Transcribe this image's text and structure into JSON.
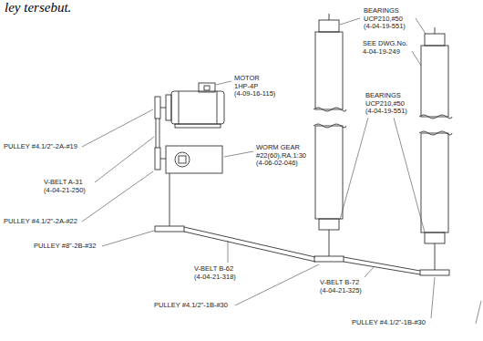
{
  "diagram": {
    "labels": [
      "ley tersebut.",
      "BEARINGS UCP210,#50 (4-04-19-551)",
      "SEE DWG.No. 4-04-19-249",
      "BEARINGS UCP210,#50 (4-04-19-551)",
      "MOTOR 1HP-4P (4-09-16-115)",
      "PULLEY #4.1/2\"-2A-#19",
      "V-BELT A-31 (4-04-21-250)",
      "WORM GEAR #22(60),RA.1:30 (4-06-02-046)",
      "PULLEY #4.1/2\"-2A-#22",
      "PULLEY #8\"-2B-#32",
      "V-BELT B-62 (4-04-21-318)",
      "V-BELT B-72 (4-04-21-325)",
      "PULLEY #4.1/2\"-1B-#30",
      "PULLEY #4.1/2\"-1B-#30"
    ]
  }
}
